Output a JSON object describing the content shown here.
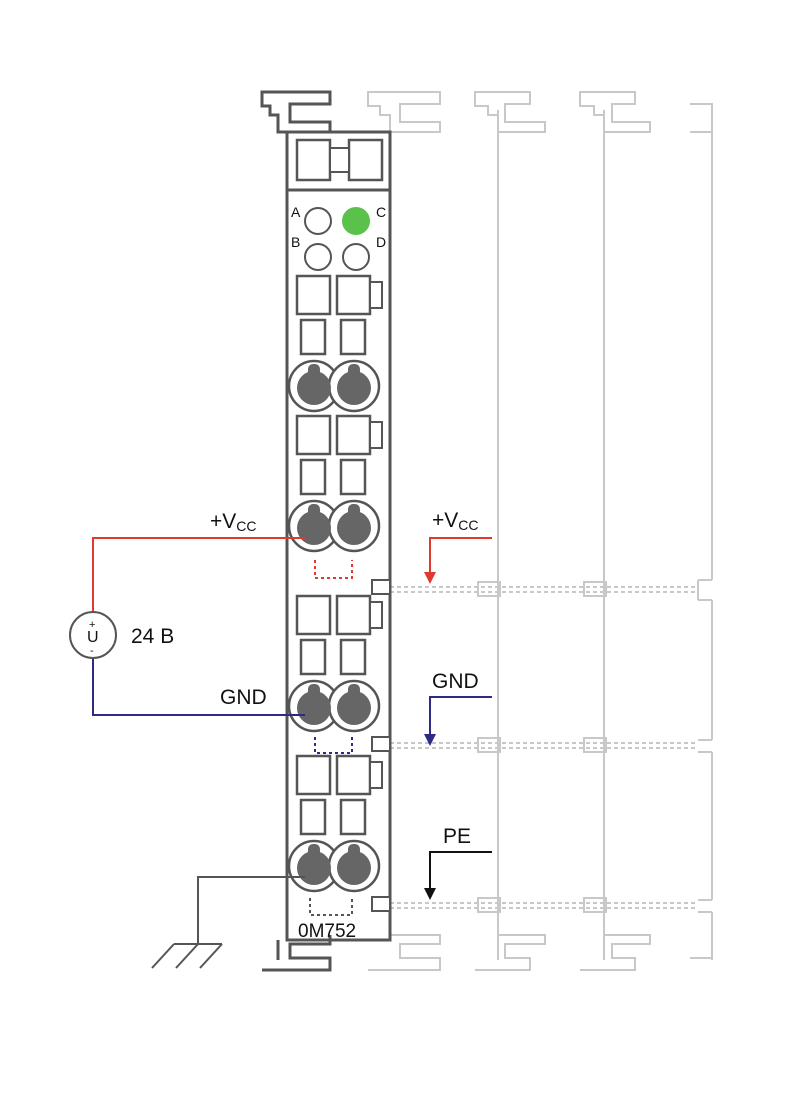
{
  "module": {
    "label": "0M752",
    "led_labels": [
      "A",
      "B",
      "C",
      "D"
    ],
    "led_active": "C",
    "led_active_color": "#5ac24a"
  },
  "wiring": {
    "vcc_label_base": "+V",
    "vcc_label_sub": "CC",
    "gnd_label": "GND",
    "pe_label": "PE",
    "source_voltage": "24 B",
    "source_symbol": "U",
    "source_plus": "+",
    "source_minus": "-",
    "vcc_color": "#e03a2f",
    "gnd_color": "#2e2a86",
    "pe_color": "#555555"
  },
  "bus_labels": {
    "vcc_base": "+V",
    "vcc_sub": "CC",
    "gnd": "GND",
    "pe": "PE"
  }
}
